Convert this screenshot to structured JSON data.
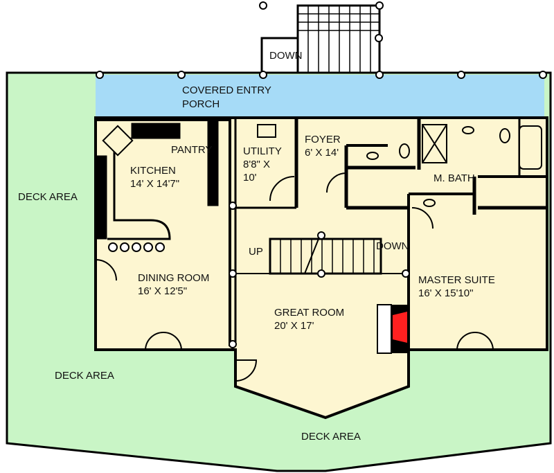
{
  "colors": {
    "deck": "#c9f5c6",
    "porch": "#a6dbf7",
    "interior": "#fdf6d1",
    "wall": "#000000",
    "fireplace": "#ff2020"
  },
  "labels": {
    "stairs_down_top": "DOWN",
    "porch_line1": "COVERED ENTRY",
    "porch_line2": "PORCH",
    "pantry": "PANTRY",
    "kitchen": "KITCHEN",
    "kitchen_size": "14' X 14'7\"",
    "utility": "UTILITY",
    "utility_size_1": "8'8\" X",
    "utility_size_2": "10'",
    "foyer": "FOYER",
    "foyer_size": "6' X 14'",
    "m_bath": "M. BATH",
    "deck_left": "DECK AREA",
    "stairs_up": "UP",
    "stairs_down": "DOWN",
    "dining": "DINING ROOM",
    "dining_size": "16' X 12'5\"",
    "master": "MASTER SUITE",
    "master_size": "16' X 15'10\"",
    "great": "GREAT ROOM",
    "great_size": "20' X 17'",
    "deck_bottom_left": "DECK AREA",
    "deck_bottom": "DECK AREA"
  }
}
